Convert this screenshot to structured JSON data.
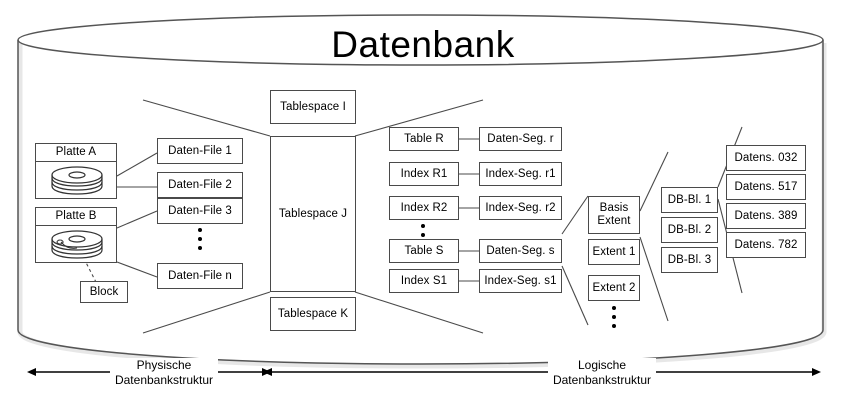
{
  "title": "Datenbank",
  "colors": {
    "stroke": "#4a4a4a",
    "ink": "#000000",
    "paper": "#ffffff",
    "cylinder": "#555555"
  },
  "physical": {
    "disks": [
      {
        "label": "Platte A"
      },
      {
        "label": "Platte B"
      }
    ],
    "block": "Block",
    "data_files": [
      "Daten-File 1",
      "Daten-File 2",
      "Daten-File 3",
      "Daten-File n"
    ],
    "ellipsis": "⋮"
  },
  "tablespaces": [
    "Tablespace I",
    "Tablespace J",
    "Tablespace K"
  ],
  "objects": [
    "Table R",
    "Index R1",
    "Index R2",
    "Table S",
    "Index S1"
  ],
  "segments": [
    "Daten-Seg. r",
    "Index-Seg. r1",
    "Index-Seg. r2",
    "Daten-Seg. s",
    "Index-Seg. s1"
  ],
  "extents": [
    "Basis\nExtent",
    "Extent 1",
    "Extent 2"
  ],
  "db_blocks": [
    "DB-Bl. 1",
    "DB-Bl. 2",
    "DB-Bl. 3"
  ],
  "records": [
    "Datens. 032",
    "Datens. 517",
    "Datens. 389",
    "Datens. 782"
  ],
  "footer": {
    "left": "Physische\nDatenbankstruktur",
    "right": "Logische\nDatenbankstruktur"
  }
}
